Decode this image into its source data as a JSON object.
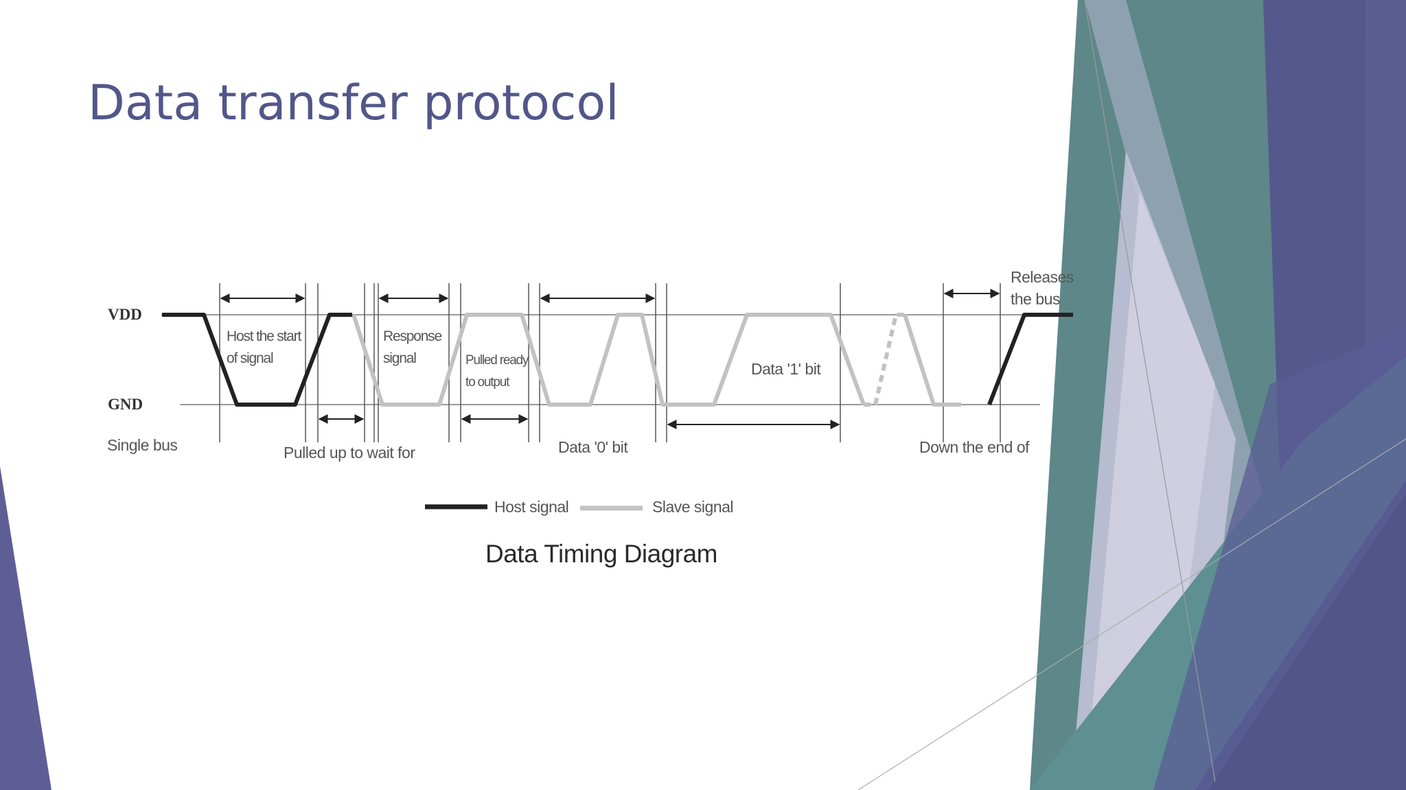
{
  "slide": {
    "title": "Data transfer protocol"
  },
  "diagram": {
    "axis": {
      "vdd": "VDD",
      "gnd": "GND",
      "bus": "Single bus"
    },
    "phases": {
      "host_start_line1": "Host the start",
      "host_start_line2": "of signal",
      "pulled_up": "Pulled up to wait for",
      "response_line1": "Response",
      "response_line2": "signal",
      "pulled_ready_line1": "Pulled ready",
      "pulled_ready_line2": "to output",
      "data0": "Data '0' bit",
      "data1": "Data '1' bit",
      "down_end": "Down the end of",
      "releases_line1": "Releases",
      "releases_line2": "the bus"
    },
    "legend": {
      "host": "Host signal",
      "slave": "Slave signal"
    },
    "caption": "Data Timing Diagram"
  },
  "colors": {
    "title": "#525689",
    "host_signal": "#222222",
    "slave_signal": "#c2c2c2",
    "accent_purple": "#5a5c92",
    "accent_teal": "#5a8a8c"
  }
}
